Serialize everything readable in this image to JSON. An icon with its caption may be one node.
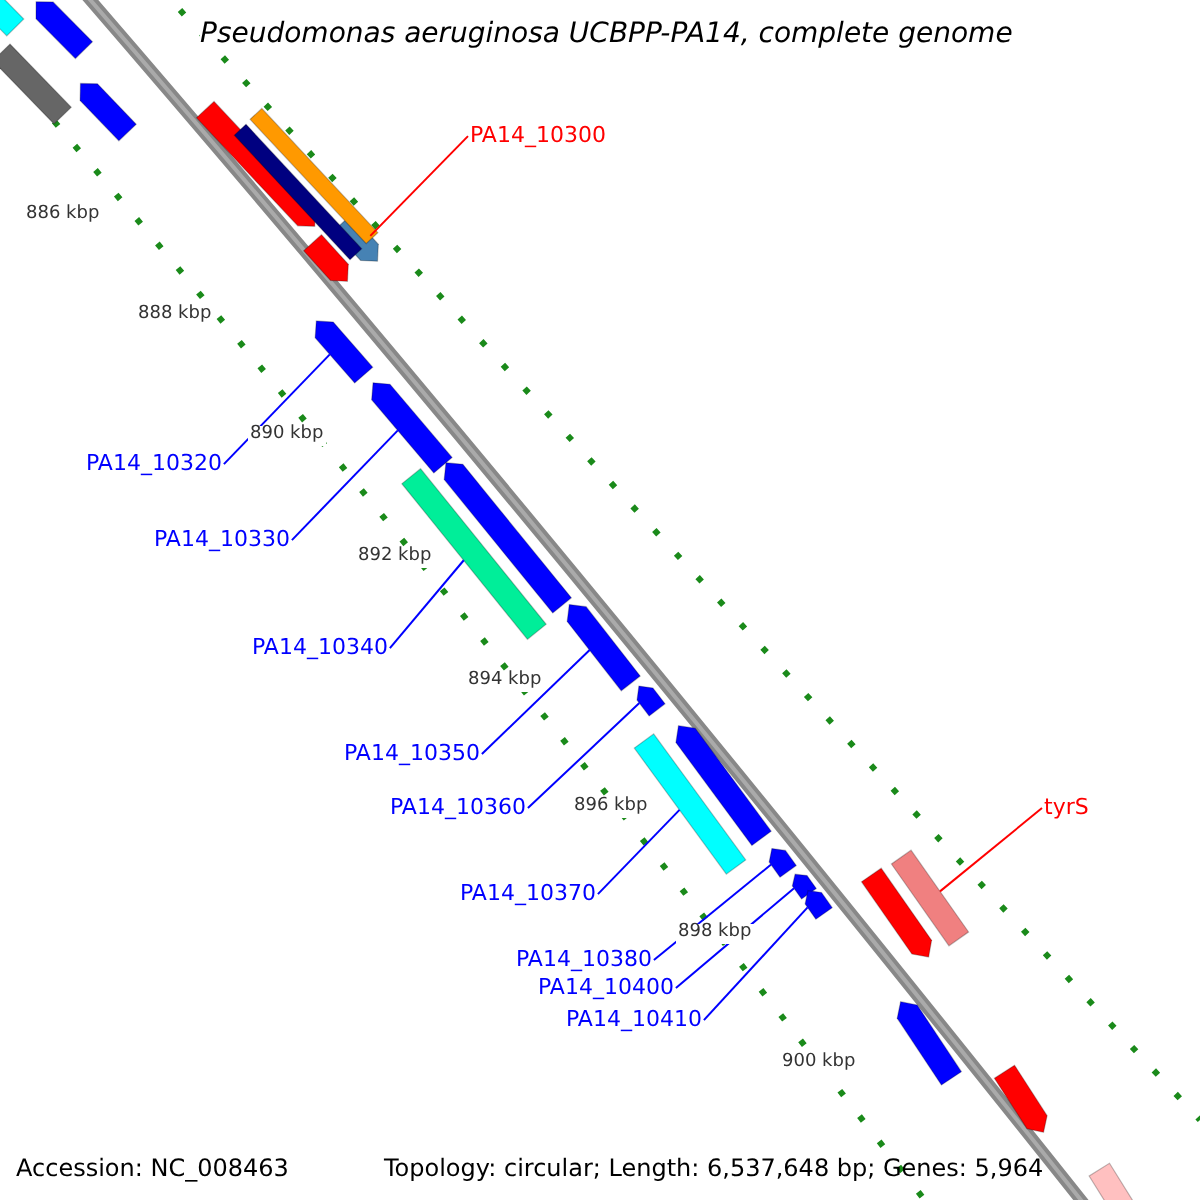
{
  "diagram": {
    "title": "Pseudomonas aeruginosa UCBPP-PA14, complete genome",
    "nodes": [
      {
        "text": [
          "PA14_10300"
        ]
      },
      {
        "text": [],
        "shape": "bar"
      },
      {
        "text": [
          "PA14_10320"
        ]
      },
      {
        "text": [],
        "shape": "bar"
      },
      {
        "text": [
          "PA14_10330"
        ]
      },
      {
        "text": [],
        "shape": "bar"
      },
      {
        "text": [
          "PA14_10340"
        ]
      },
      {
        "text": [],
        "shape": "bar"
      },
      {
        "text": [
          "PA14_10350"
        ]
      },
      {
        "text": [],
        "shape": "bar"
      },
      {
        "text": [
          "PA14_10360"
        ]
      },
      {
        "text": [],
        "shape": "bar"
      },
      {
        "text": [
          "PA14_10370"
        ]
      },
      {
        "text": [],
        "shape": "bar"
      },
      {
        "text": [
          "PA14_10380"
        ]
      },
      {
        "text": [],
        "shape": "bar"
      },
      {
        "text": [
          "PA14_10400"
        ]
      },
      {
        "text": [],
        "shape": "bar"
      },
      {
        "text": [
          "PA14_10410"
        ]
      },
      {
        "text": [],
        "shape": "bar"
      },
      {
        "text": [
          "tyrS"
        ]
      },
      {
        "text": [],
        "shape": "bar"
      },
      {
        "text": [],
        "shape": "bar"
      },
      {
        "text": [],
        "shape": "bar"
      },
      {
        "text": [],
        "shape": "bar"
      },
      {
        "text": [],
        "shape": "bar"
      },
      {
        "text": [],
        "shape": "bar"
      },
      {
        "text": [],
        "shape": "bar"
      },
      {
        "text": [],
        "shape": "bar"
      },
      {
        "text": [],
        "shape": "bar"
      },
      {
        "text": [],
        "shape": "bar"
      },
      {
        "text": [],
        "shape": "bar"
      },
      {
        "text": [],
        "shape": "bar"
      },
      {
        "text": [],
        "shape": "bar"
      },
      {
        "text": [],
        "shape": "bar"
      },
      {
        "text": [],
        "shape": "bar"
      }
    ],
    "edges": [
      {
        "from": 0,
        "to": 1,
        "arrow": "none",
        "color": "#ff0000"
      },
      {
        "from": 2,
        "to": 3,
        "arrow": "none"
      },
      {
        "from": 4,
        "to": 5,
        "arrow": "none"
      },
      {
        "from": 6,
        "to": 7,
        "arrow": "none"
      },
      {
        "from": 8,
        "to": 9,
        "arrow": "none"
      },
      {
        "from": 10,
        "to": 11,
        "arrow": "none"
      },
      {
        "from": 12,
        "to": 13,
        "arrow": "none"
      },
      {
        "from": 14,
        "to": 15,
        "arrow": "none"
      },
      {
        "from": 16,
        "to": 17,
        "arrow": "none"
      },
      {
        "from": 18,
        "to": 19,
        "arrow": "none"
      },
      {
        "from": 20,
        "to": 21,
        "arrow": "none",
        "color": "#ff0000"
      }
    ],
    "labels": [
      "886 kbp",
      "888 kbp",
      "890 kbp",
      "892 kbp",
      "894 kbp",
      "896 kbp",
      "898 kbp",
      "900 kbp",
      "Accession: NC_008463",
      "Topology: circular; Length: 6,537,648 bp; Genes: 5,964"
    ]
  }
}
